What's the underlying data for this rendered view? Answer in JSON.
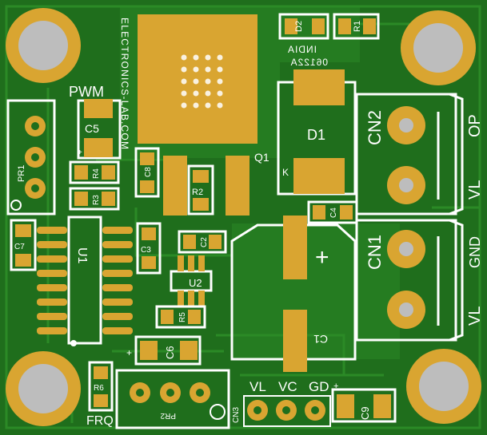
{
  "colors": {
    "board": "#1f6e1c",
    "trace": "#2b8a26",
    "copper": "#d9a531",
    "silk": "#ffffff",
    "hole": "#bdbdbd"
  },
  "labels": {
    "pwm": "PWM",
    "frq": "FRQ",
    "q1": "Q1",
    "d1": "D1",
    "d1_k": "K",
    "d2": "D2",
    "r1": "R1",
    "r2": "R2",
    "r3": "R3",
    "r4": "R4",
    "r5": "R5",
    "r6": "R6",
    "c1": "C1",
    "c1_plus": "+",
    "c2": "C2",
    "c3": "C3",
    "c4": "C4",
    "c5": "C5",
    "c5_plus": "+",
    "c6": "C6",
    "c6_plus": "+",
    "c7": "C7",
    "c8": "C8",
    "c9": "C9",
    "c9_plus": "+",
    "u1": "U1",
    "u2": "U2",
    "pr1": "PR1",
    "pr2": "PR2",
    "cn1": "CN1",
    "cn2": "CN2",
    "cn3": "CN3",
    "op": "OP",
    "vl_cn2": "VL",
    "gnd": "GND",
    "vl_cn1": "VL",
    "vl_bottom": "VL",
    "vc_bottom": "VC",
    "gd_bottom": "GD",
    "brand": "ELECTRONICS-LAB.COM",
    "code": "06122A",
    "country": "INDIA"
  }
}
